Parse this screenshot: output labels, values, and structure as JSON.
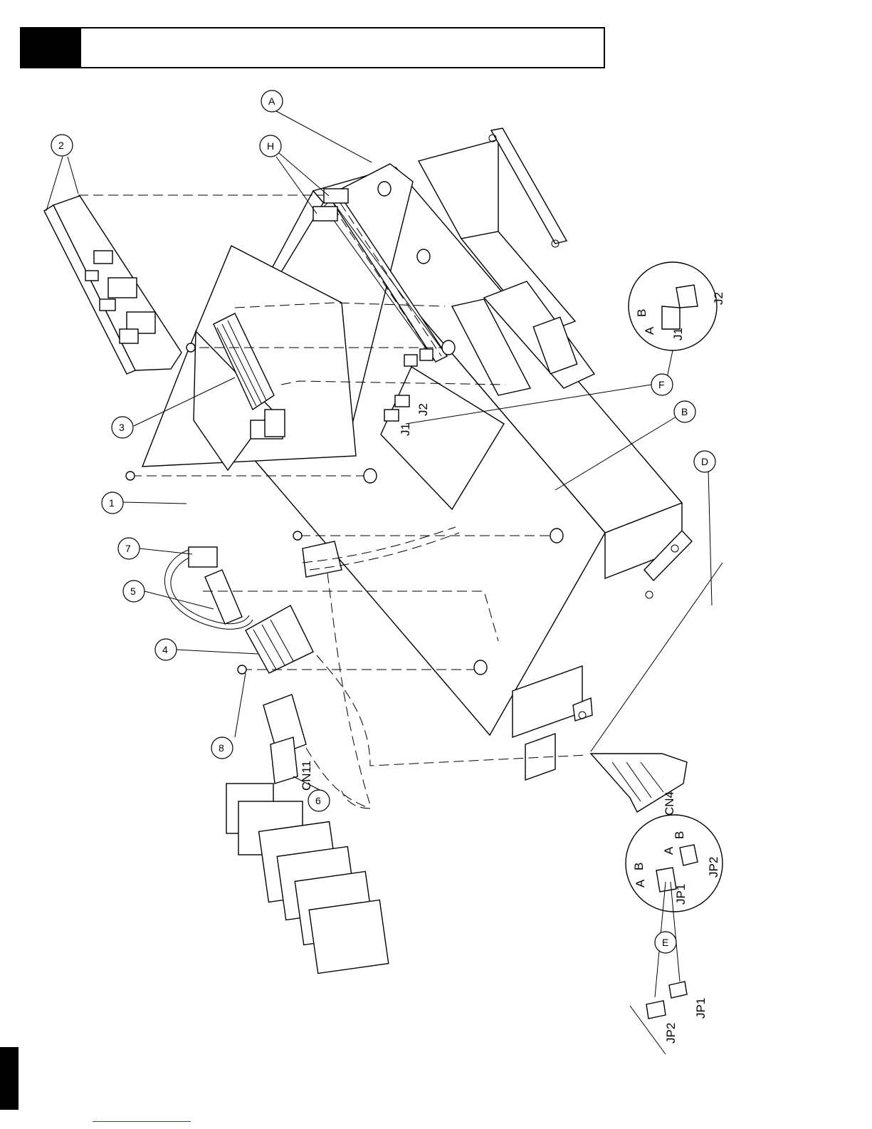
{
  "callouts": {
    "item1": "1",
    "item2": "2",
    "item3": "3",
    "item4": "4",
    "item5": "5",
    "item6": "6",
    "item7": "7",
    "item8": "8",
    "A": "A",
    "B": "B",
    "D": "D",
    "E": "E",
    "F": "F",
    "H": "H"
  },
  "labels": {
    "j1": "J1",
    "j2": "J2",
    "cn11": "CN11",
    "cn4": "CN4",
    "jp1": "JP1",
    "jp2": "JP2",
    "detail_f": {
      "a": "A",
      "b": "B",
      "j1": "J1",
      "j2": "J2"
    },
    "detail_e": {
      "a1": "A",
      "b1": "B",
      "a2": "A",
      "b2": "B",
      "jp1": "JP1",
      "jp2": "JP2"
    }
  }
}
